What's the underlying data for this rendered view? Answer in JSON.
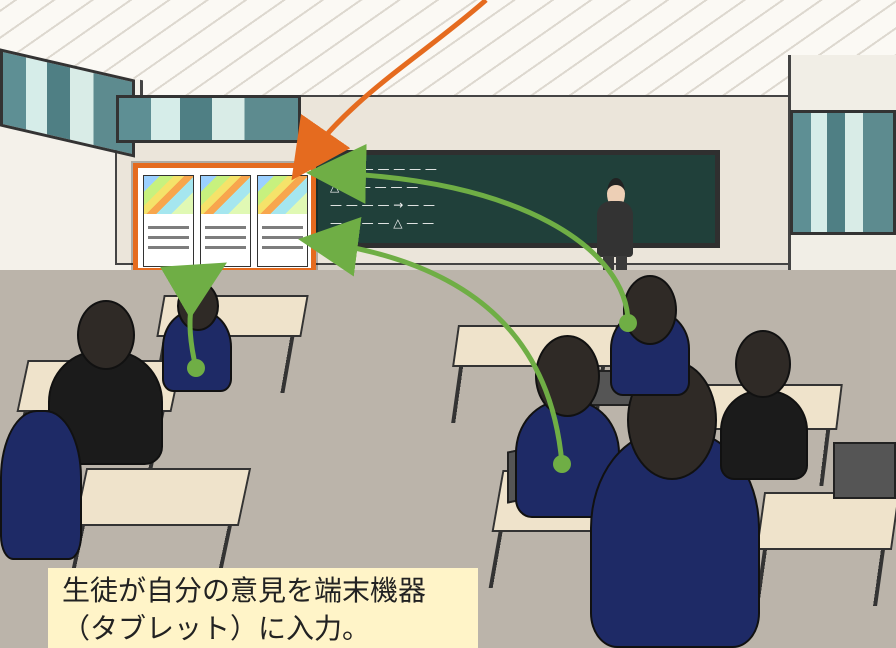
{
  "caption": {
    "line1": "生徒が自分の意見を端末機器",
    "line2": "（タブレット）に入力。"
  },
  "colors": {
    "highlight_orange": "#e56b1f",
    "arrow_green": "#6fae45",
    "caption_background": "#fff4c8"
  },
  "icons": {
    "student_tablet_arrows": "green-input-arrows",
    "screen_callout": "orange-callout-arrow"
  }
}
